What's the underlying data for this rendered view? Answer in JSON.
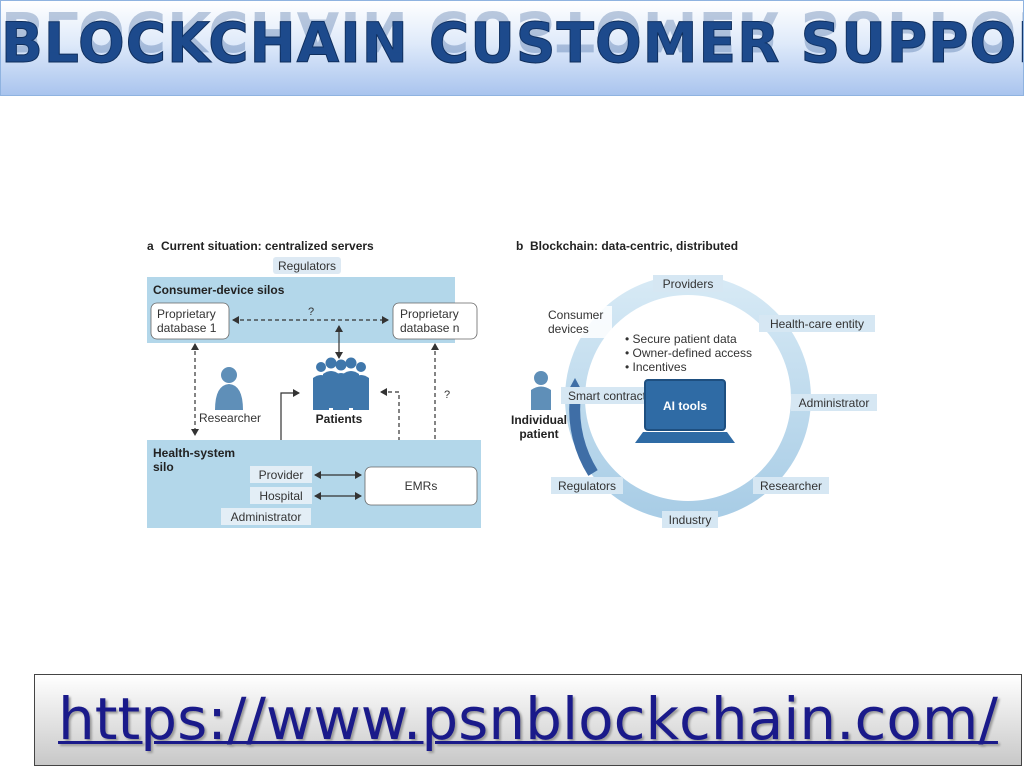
{
  "banner": {
    "title": "BLOCKCHAIN CUSTOMER SUPPORT"
  },
  "figure": {
    "panel_a": {
      "letter": "a",
      "title": "Current situation: centralized servers",
      "regulators": "Regulators",
      "consumer_silos": "Consumer-device silos",
      "db1_line1": "Proprietary",
      "db1_line2": "database 1",
      "dbn_line1": "Proprietary",
      "dbn_line2": "database n",
      "question": "?",
      "researcher": "Researcher",
      "patients": "Patients",
      "health_line1": "Health-system",
      "health_line2": "silo",
      "provider": "Provider",
      "hospital": "Hospital",
      "administrator": "Administrator",
      "emrs": "EMRs"
    },
    "panel_b": {
      "letter": "b",
      "title": "Blockchain: data-centric, distributed",
      "providers": "Providers",
      "consumer_line1": "Consumer",
      "consumer_line2": "devices",
      "health_care_entity": "Health-care entity",
      "bullets": [
        "Secure patient data",
        "Owner-defined access",
        "Incentives"
      ],
      "smart_contracts": "Smart contracts",
      "ai_tools": "AI tools",
      "administrator": "Administrator",
      "individual_line1": "Individual",
      "individual_line2": "patient",
      "regulators": "Regulators",
      "researcher": "Researcher",
      "industry": "Industry"
    }
  },
  "url": {
    "text": "https://www.psnblockchain.com/"
  },
  "colors": {
    "banner_text": "#1d4a8c",
    "silo_fill": "#b3d7ea",
    "ring": "#c3dff0",
    "arrow": "#3f6ea6",
    "url_text": "#1a1a8a"
  }
}
